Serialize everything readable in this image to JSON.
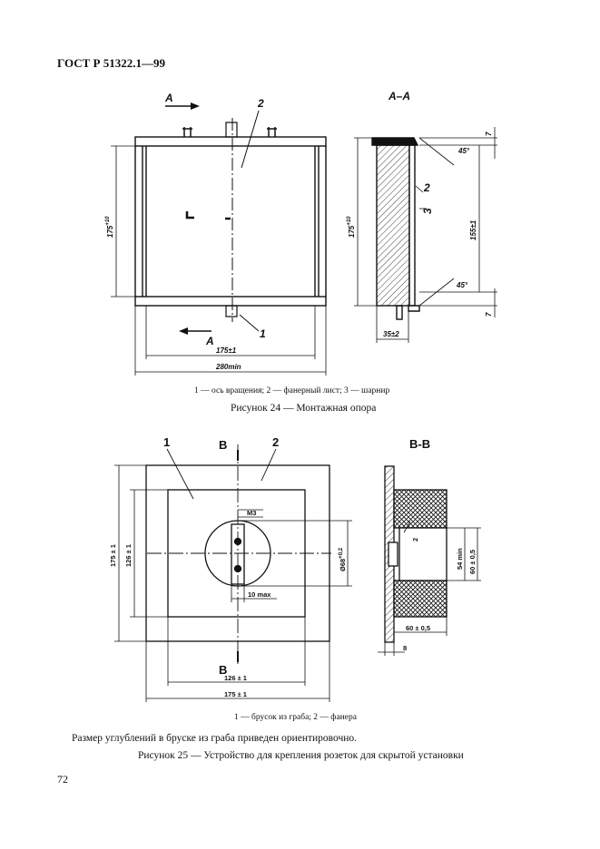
{
  "header": {
    "standard": "ГОСТ Р 51322.1—99"
  },
  "figure24": {
    "front": {
      "section_mark": "A",
      "callout_2": "2",
      "callout_1": "1",
      "dim_height": "175",
      "dim_height_tol": "+10",
      "dim_inner_width": "175±1",
      "dim_outer_width": "280min"
    },
    "section": {
      "title": "A–A",
      "dim_top": "7",
      "dim_bottom": "7",
      "angle_top": "45°",
      "angle_bottom": "45°",
      "dim_height": "175",
      "dim_height_tol": "+10",
      "dim_hinge_span": "155±1",
      "dim_depth": "35±2",
      "callout_2": "2",
      "callout_3": "3"
    },
    "legend": "1 — ось вращения; 2 — фанерный лист; 3 — шарнир",
    "caption": "Рисунок 24 — Монтажная опора"
  },
  "figure25": {
    "front": {
      "callout_1": "1",
      "callout_2": "2",
      "section_mark": "B",
      "dim_m3": "M3",
      "dim_outer_h": "175 ± 1",
      "dim_inner_h": "126 ± 1",
      "dim_diameter": "Ø68",
      "dim_diameter_tol": "+0,2",
      "dim_10max": "10 max",
      "dim_inner_w": "126 ± 1",
      "dim_outer_w": "175 ± 1"
    },
    "section": {
      "title": "B-B",
      "callout_2": "2",
      "dim_54min": "54 min",
      "dim_60_v": "60 ± 0,5",
      "dim_60_h": "60 ± 0,5",
      "dim_8": "8"
    },
    "legend": "1 — брусок из граба; 2 — фанера",
    "note": "Размер углублений в бруске из граба приведен ориентировочно.",
    "caption": "Рисунок 25 — Устройство для крепления розеток для скрытой установки"
  },
  "footer": {
    "page_number": "72"
  }
}
